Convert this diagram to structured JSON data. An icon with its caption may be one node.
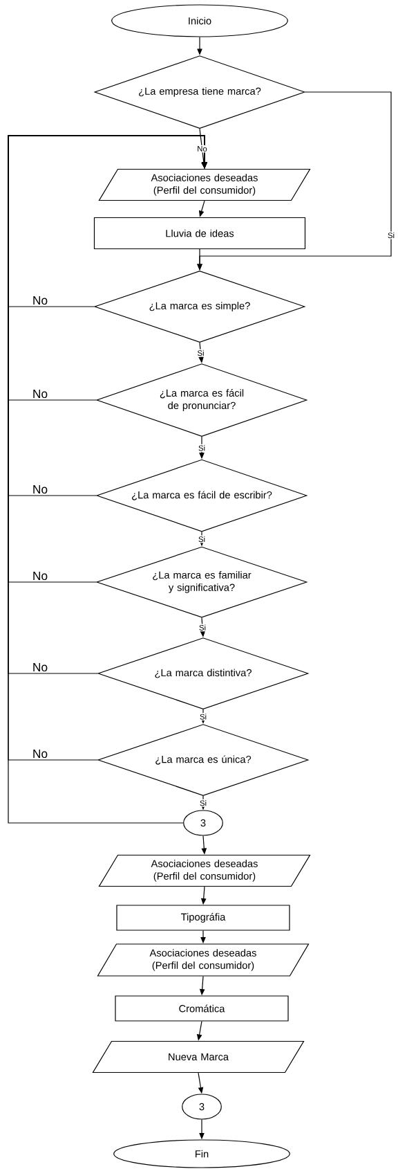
{
  "diagram": {
    "nodes": [
      {
        "text": [
          "Inicio"
        ]
      },
      {
        "text": [
          "¿La empresa tiene marca?"
        ]
      },
      {
        "text": [
          "Asociaciones deseadas (Perfil del consumidor)"
        ]
      },
      {
        "text": [
          "Lluvia de ideas"
        ]
      },
      {
        "text": [
          "¿La marca es simple?"
        ]
      },
      {
        "text": [
          "¿La marca es fácil de pronunciar?"
        ]
      },
      {
        "text": [
          "¿La marca es fácil de escribir?"
        ]
      },
      {
        "text": [
          "¿La marca es familiar y significativa?"
        ]
      },
      {
        "text": [
          "¿La marca distintiva?"
        ]
      },
      {
        "text": [
          "¿La marca es única?"
        ]
      },
      {
        "text": [
          "3"
        ]
      },
      {
        "text": [
          "Asociaciones deseadas (Perfil del consumidor)"
        ]
      },
      {
        "text": [
          "Tipográfia"
        ]
      },
      {
        "text": [
          "Asociaciones deseadas (Perfil del consumidor)"
        ]
      },
      {
        "text": [
          "Cromática"
        ]
      },
      {
        "text": [
          "Nueva Marca"
        ]
      },
      {
        "text": [
          "3"
        ]
      },
      {
        "text": [
          "Fin"
        ]
      }
    ],
    "edges": [
      {
        "from": 0,
        "to": 1,
        "arrow": "to"
      },
      {
        "from": 1,
        "to": 2,
        "arrow": "to",
        "label": "No"
      },
      {
        "from": 2,
        "to": 3,
        "arrow": "to"
      },
      {
        "from": 3,
        "to": 4,
        "arrow": "to"
      },
      {
        "from": 1,
        "to": 4,
        "arrow": "to",
        "label": "Si"
      },
      {
        "from": 4,
        "to": 5,
        "arrow": "to",
        "label": "Si"
      },
      {
        "from": 5,
        "to": 6,
        "arrow": "to",
        "label": "Si"
      },
      {
        "from": 6,
        "to": 7,
        "arrow": "to",
        "label": "Si"
      },
      {
        "from": 7,
        "to": 8,
        "arrow": "to",
        "label": "Si"
      },
      {
        "from": 8,
        "to": 9,
        "arrow": "to",
        "label": "Si"
      },
      {
        "from": 9,
        "to": 10,
        "arrow": "to",
        "label": "Si"
      },
      {
        "from": 4,
        "to": 2,
        "arrow": "to",
        "label": "No"
      },
      {
        "from": 5,
        "to": 2,
        "arrow": "to",
        "label": "No"
      },
      {
        "from": 6,
        "to": 2,
        "arrow": "to",
        "label": "No"
      },
      {
        "from": 7,
        "to": 2,
        "arrow": "to",
        "label": "No"
      },
      {
        "from": 8,
        "to": 2,
        "arrow": "to",
        "label": "No"
      },
      {
        "from": 9,
        "to": 2,
        "arrow": "to",
        "label": "No"
      },
      {
        "from": 10,
        "to": 2,
        "arrow": "to"
      },
      {
        "from": 10,
        "to": 11,
        "arrow": "to"
      },
      {
        "from": 11,
        "to": 12,
        "arrow": "to"
      },
      {
        "from": 12,
        "to": 13,
        "arrow": "to"
      },
      {
        "from": 13,
        "to": 14,
        "arrow": "to"
      },
      {
        "from": 14,
        "to": 15,
        "arrow": "to"
      },
      {
        "from": 15,
        "to": 16,
        "arrow": "to"
      },
      {
        "from": 16,
        "to": 17,
        "arrow": "to"
      }
    ]
  }
}
